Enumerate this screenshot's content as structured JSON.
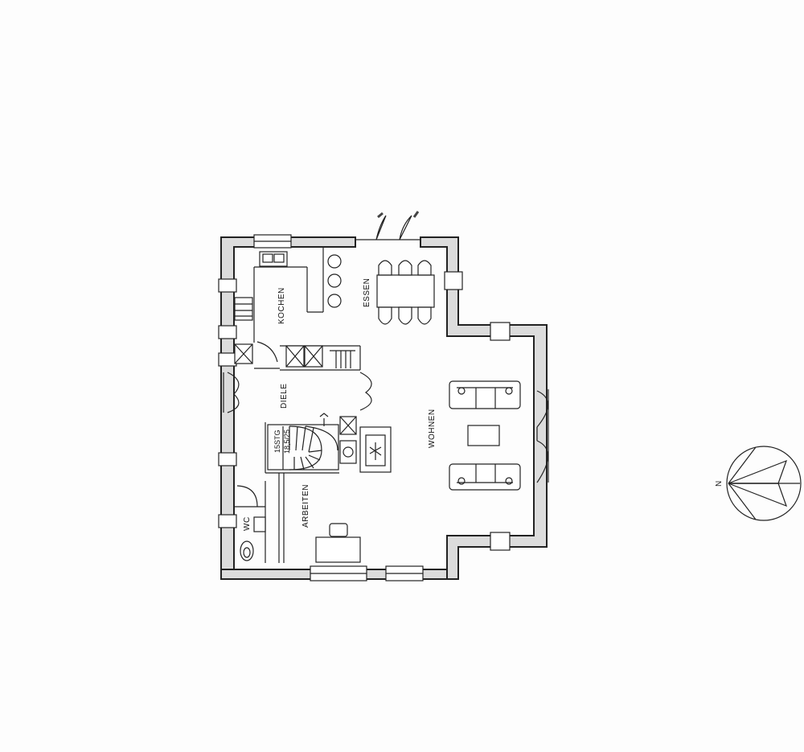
{
  "rooms": {
    "kochen": "KOCHEN",
    "essen": "ESSEN",
    "diele": "DIELE",
    "wohnen": "WOHNEN",
    "arbeiten": "ARBEITEN",
    "wc": "WC"
  },
  "stair": {
    "steps": "15STG",
    "dimensions": "18,5/25"
  },
  "compass": {
    "north_label": "N"
  }
}
